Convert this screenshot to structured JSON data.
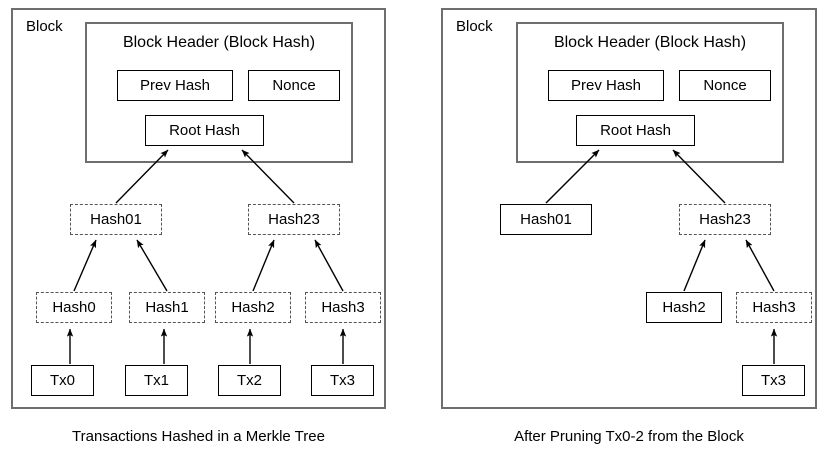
{
  "figure": {
    "title": "Merkle tree block pruning diagram",
    "stroke_color": "#000000",
    "panel_border_color": "#6e6e6e",
    "dashed_border_color": "#555555",
    "background": "#ffffff"
  },
  "panels": [
    {
      "id": "left",
      "block_label": "Block",
      "caption": "Transactions Hashed in a Merkle Tree",
      "header": {
        "title": "Block Header (Block Hash)",
        "fields": [
          {
            "label": "Prev Hash",
            "style": "solid"
          },
          {
            "label": "Nonce",
            "style": "solid"
          },
          {
            "label": "Root Hash",
            "style": "solid"
          }
        ]
      },
      "inner_hashes": [
        {
          "label": "Hash01",
          "style": "dashed"
        },
        {
          "label": "Hash23",
          "style": "dashed"
        }
      ],
      "leaf_hashes": [
        {
          "label": "Hash0",
          "style": "dashed"
        },
        {
          "label": "Hash1",
          "style": "dashed"
        },
        {
          "label": "Hash2",
          "style": "dashed"
        },
        {
          "label": "Hash3",
          "style": "dashed"
        }
      ],
      "transactions": [
        {
          "label": "Tx0",
          "style": "solid"
        },
        {
          "label": "Tx1",
          "style": "solid"
        },
        {
          "label": "Tx2",
          "style": "solid"
        },
        {
          "label": "Tx3",
          "style": "solid"
        }
      ]
    },
    {
      "id": "right",
      "block_label": "Block",
      "caption": "After Pruning Tx0-2 from the Block",
      "header": {
        "title": "Block Header (Block Hash)",
        "fields": [
          {
            "label": "Prev Hash",
            "style": "solid"
          },
          {
            "label": "Nonce",
            "style": "solid"
          },
          {
            "label": "Root Hash",
            "style": "solid"
          }
        ]
      },
      "inner_hashes": [
        {
          "label": "Hash01",
          "style": "solid"
        },
        {
          "label": "Hash23",
          "style": "dashed"
        }
      ],
      "leaf_hashes": [
        {
          "label": "Hash2",
          "style": "solid"
        },
        {
          "label": "Hash3",
          "style": "dashed"
        }
      ],
      "transactions": [
        {
          "label": "Tx3",
          "style": "solid"
        }
      ]
    }
  ],
  "chart_data": {
    "type": "diagram",
    "title": "Transactions Hashed in a Merkle Tree / After Pruning Tx0-2 from the Block",
    "nodes_left": [
      "Block Header (Block Hash)",
      "Prev Hash",
      "Nonce",
      "Root Hash",
      "Hash01",
      "Hash23",
      "Hash0",
      "Hash1",
      "Hash2",
      "Hash3",
      "Tx0",
      "Tx1",
      "Tx2",
      "Tx3"
    ],
    "edges_left": [
      [
        "Hash01",
        "Root Hash"
      ],
      [
        "Hash23",
        "Root Hash"
      ],
      [
        "Hash0",
        "Hash01"
      ],
      [
        "Hash1",
        "Hash01"
      ],
      [
        "Hash2",
        "Hash23"
      ],
      [
        "Hash3",
        "Hash23"
      ],
      [
        "Tx0",
        "Hash0"
      ],
      [
        "Tx1",
        "Hash1"
      ],
      [
        "Tx2",
        "Hash2"
      ],
      [
        "Tx3",
        "Hash3"
      ]
    ],
    "nodes_right": [
      "Block Header (Block Hash)",
      "Prev Hash",
      "Nonce",
      "Root Hash",
      "Hash01",
      "Hash23",
      "Hash2",
      "Hash3",
      "Tx3"
    ],
    "edges_right": [
      [
        "Hash01",
        "Root Hash"
      ],
      [
        "Hash23",
        "Root Hash"
      ],
      [
        "Hash2",
        "Hash23"
      ],
      [
        "Hash3",
        "Hash23"
      ],
      [
        "Tx3",
        "Hash3"
      ]
    ]
  }
}
